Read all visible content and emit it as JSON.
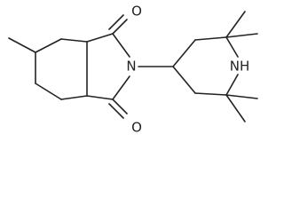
{
  "molecule": {
    "atom_labels": {
      "o_top": "O",
      "o_bottom": "O",
      "n_imide": "N",
      "nh_ring": "NH"
    }
  },
  "colors": {
    "bond": "#222222",
    "label": "#222222",
    "background": "#ffffff"
  }
}
